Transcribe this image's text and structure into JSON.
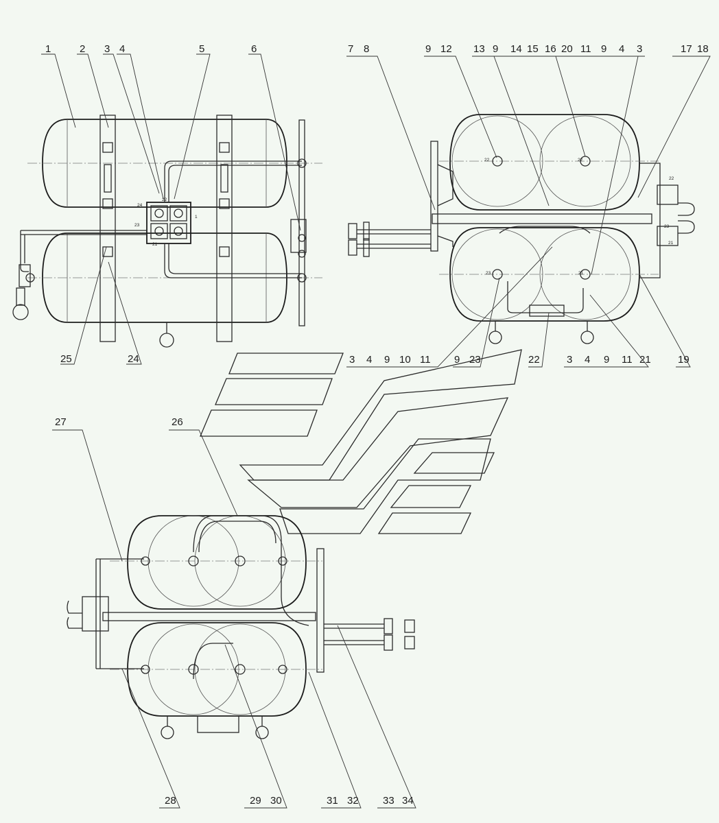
{
  "drawing": {
    "callouts_top_left": [
      "1",
      "2",
      "3",
      "4",
      "5",
      "6"
    ],
    "callouts_bottom_left": [
      "25",
      "24"
    ],
    "callouts_top_right": [
      "7",
      "8",
      "9",
      "12",
      "13",
      "9",
      "14",
      "15",
      "16",
      "20",
      "11",
      "9",
      "4",
      "3",
      "17",
      "18"
    ],
    "callouts_mid": [
      "3",
      "4",
      "9",
      "10",
      "11",
      "9",
      "23",
      "22",
      "3",
      "4",
      "9",
      "11",
      "21",
      "19"
    ],
    "callouts_bottom": [
      "27",
      "26",
      "28",
      "29",
      "30",
      "31",
      "32",
      "33",
      "34"
    ],
    "port_labels": {
      "p22a": "22",
      "p24": "24",
      "p23": "23",
      "p21": "21",
      "p1": "1",
      "t22a": "22",
      "t23a": "23",
      "t22b": "22",
      "t23b": "23",
      "t21a": "21",
      "t21b": "21",
      "t22c": "22",
      "t23c": "23"
    }
  }
}
